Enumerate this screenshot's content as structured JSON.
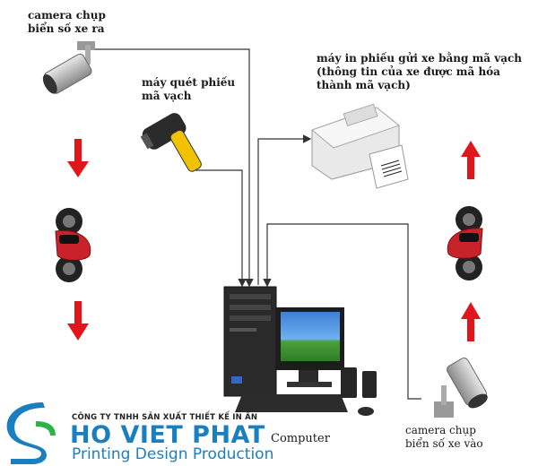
{
  "labels": {
    "camera_exit": [
      "camera chụp",
      "biển số xe ra"
    ],
    "scanner": [
      "máy quét phiếu",
      "mã vạch"
    ],
    "printer": [
      "máy in phiếu gửi xe bằng mã vạch",
      "(thông tin của xe được mã hóa",
      "thành mã vạch)"
    ],
    "computer": "Computer",
    "camera_entry": [
      "camera chụp",
      "biển số xe vào"
    ]
  },
  "logo": {
    "company": "CÔNG TY TNHH SẢN XUẤT THIẾT KẾ IN ẤN",
    "name": "HO VIET PHAT",
    "tagline": "Printing Design Production"
  },
  "colors": {
    "arrow": "#e0161b",
    "line": "#333333",
    "logo_blue": "#1a7fc1",
    "logo_green": "#2bb34a"
  }
}
